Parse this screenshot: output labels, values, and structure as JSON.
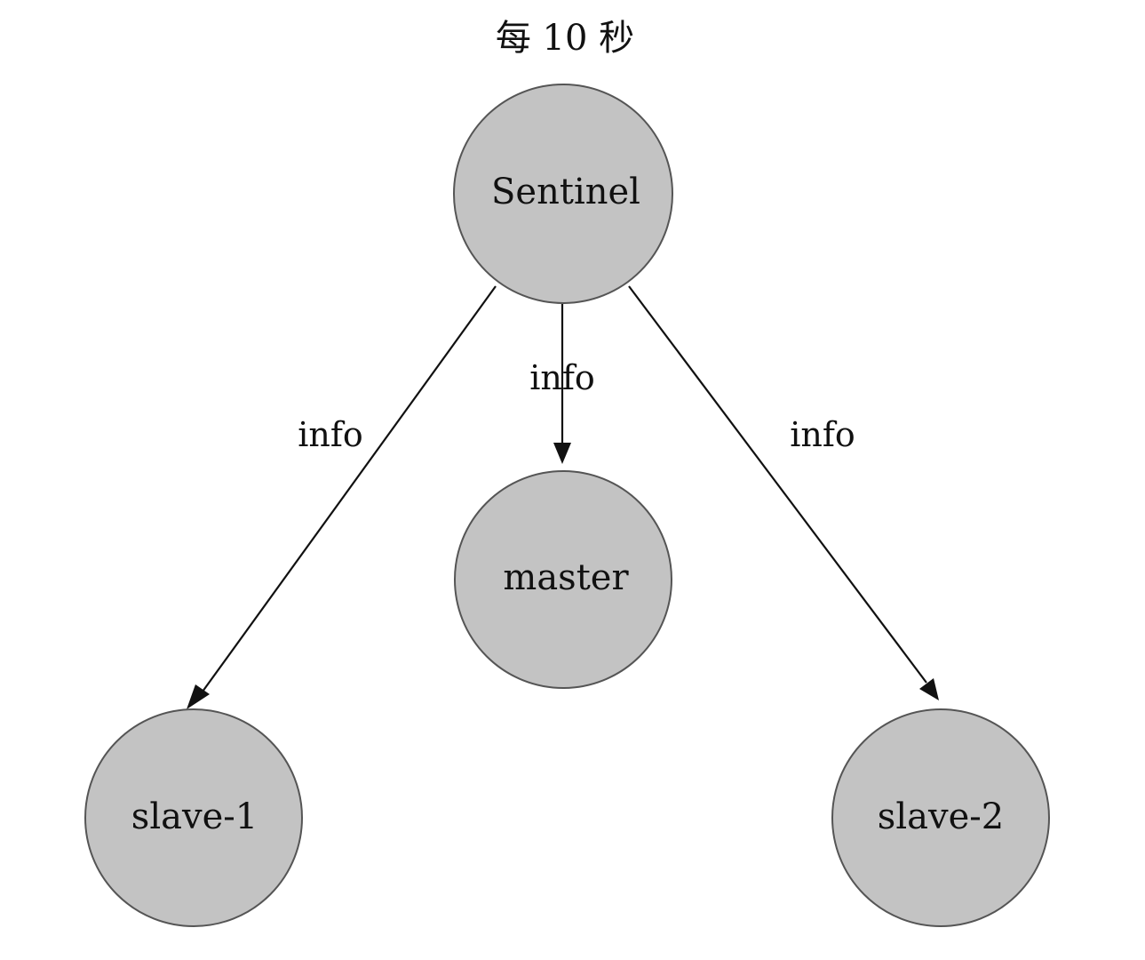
{
  "title": "每 10 秒",
  "nodes": {
    "sentinel": "Sentinel",
    "master": "master",
    "slave1": "slave-1",
    "slave2": "slave-2"
  },
  "edges": {
    "to_master": "info",
    "to_slave1": "info",
    "to_slave2": "info"
  },
  "colors": {
    "node_fill": "#c3c3c3",
    "node_stroke": "#555555",
    "edge": "#111111"
  }
}
